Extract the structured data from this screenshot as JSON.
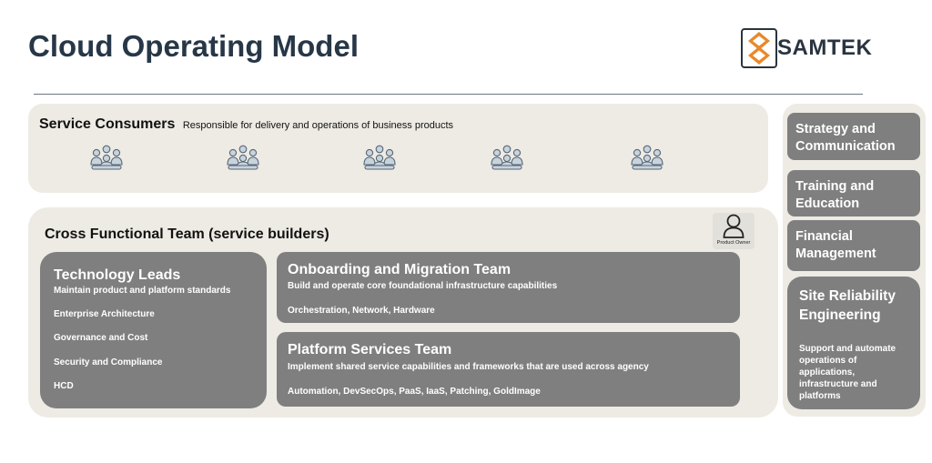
{
  "title": "Cloud Operating Model",
  "brand": {
    "name": "SAMTEK",
    "logo_icon": "s-mark-icon",
    "accent": "#e8892b"
  },
  "colors": {
    "panel": "#eeebe4",
    "box": "#7f7f7f",
    "title": "#273747"
  },
  "consumers": {
    "title": "Service Consumers",
    "description": "Responsible for delivery and operations of business products",
    "icon": "people-group-icon",
    "icon_count": 5
  },
  "cross_functional": {
    "title": "Cross Functional Team (service builders)",
    "product_owner": {
      "label": "Product Owner",
      "icon": "person-icon"
    },
    "technology_leads": {
      "title": "Technology Leads",
      "subtitle": "Maintain product and platform standards",
      "items": [
        "Enterprise Architecture",
        "Governance and Cost",
        "Security and Compliance",
        "HCD"
      ]
    },
    "onboarding": {
      "title": "Onboarding and Migration Team",
      "subtitle": "Build and operate core foundational infrastructure capabilities",
      "skills": "Orchestration, Network, Hardware"
    },
    "platform": {
      "title": "Platform Services Team",
      "subtitle": "Implement shared service capabilities and frameworks that are used across agency",
      "skills": "Automation, DevSecOps, PaaS, IaaS, Patching, GoldImage"
    }
  },
  "side": {
    "strategy": "Strategy and Communication",
    "training": "Training and Education",
    "financial": "Financial Management",
    "sre": {
      "title": "Site Reliability Engineering",
      "description": "Support and automate operations of applications, infrastructure and platforms"
    }
  }
}
